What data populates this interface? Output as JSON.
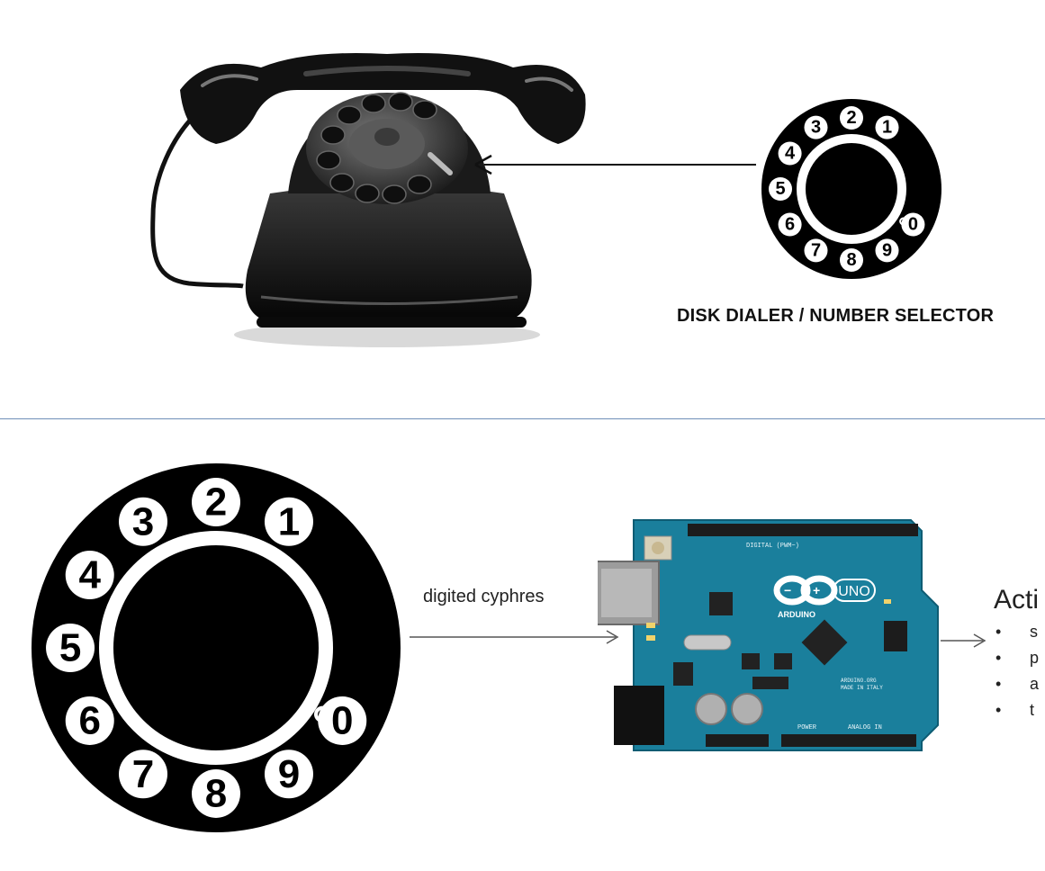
{
  "dialer_caption": "DISK DIALER / NUMBER SELECTOR",
  "dial_digits": [
    "1",
    "2",
    "3",
    "4",
    "5",
    "6",
    "7",
    "8",
    "9",
    "0"
  ],
  "arrow_label": "digited cyphres",
  "board": {
    "brand_mark": "ARDUINO",
    "model_badge": "UNO",
    "silkscreen_made": "MADE IN ITALY",
    "silkscreen_site": "ARDUINO.ORG",
    "silkscreen_digital": "DIGITAL (PWM~)",
    "silkscreen_analog": "ANALOG IN",
    "silkscreen_power": "POWER"
  },
  "actions": {
    "title": "Acti",
    "items": [
      "s",
      "p",
      "a",
      "t"
    ]
  },
  "colors": {
    "divider": "#6f8fb8",
    "board_blue": "#1a7f9c",
    "dial_black": "#000000"
  }
}
